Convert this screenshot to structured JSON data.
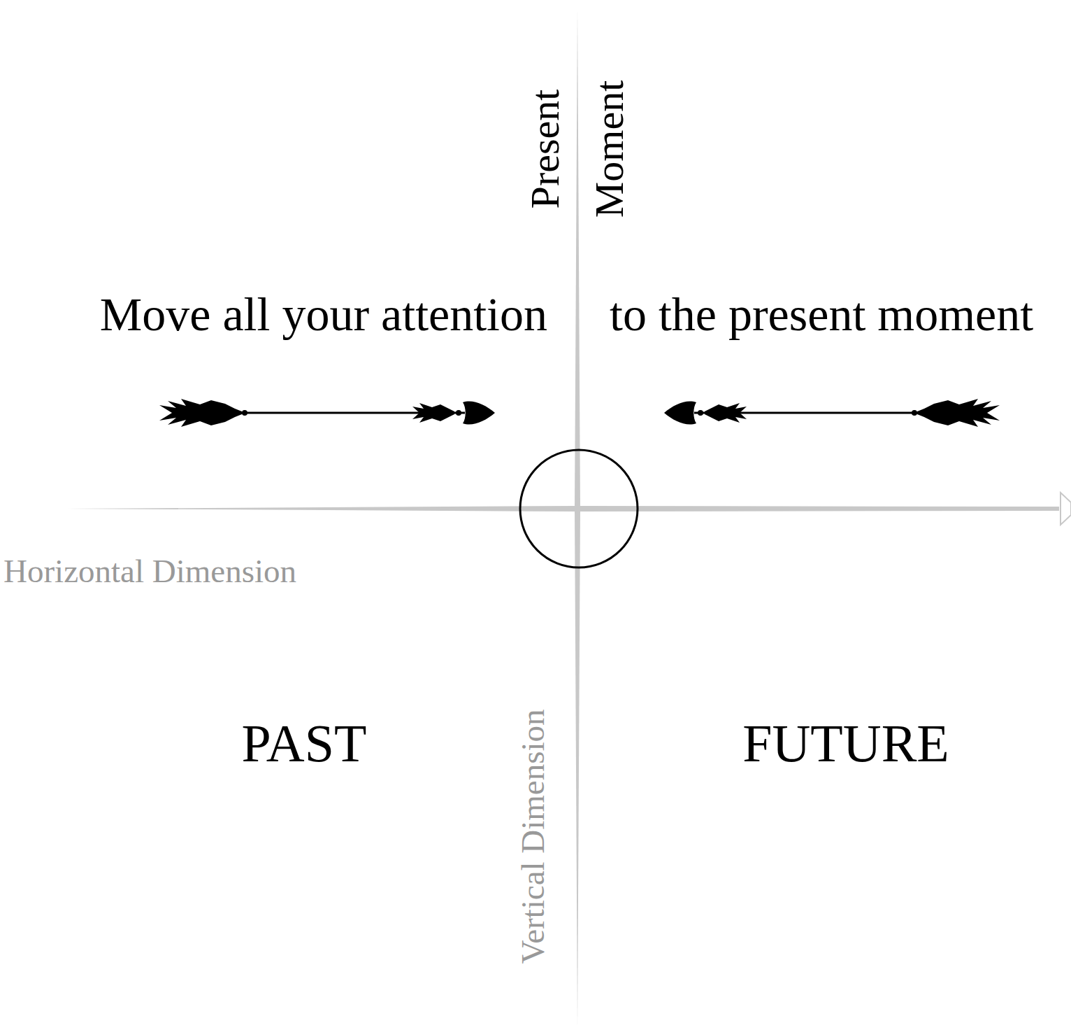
{
  "diagram": {
    "labels": [
      "Present",
      "Moment",
      "Move all your attention",
      "to the present moment",
      "Horizontal Dimension",
      "Vertical Dimension",
      "PAST",
      "FUTURE"
    ]
  }
}
